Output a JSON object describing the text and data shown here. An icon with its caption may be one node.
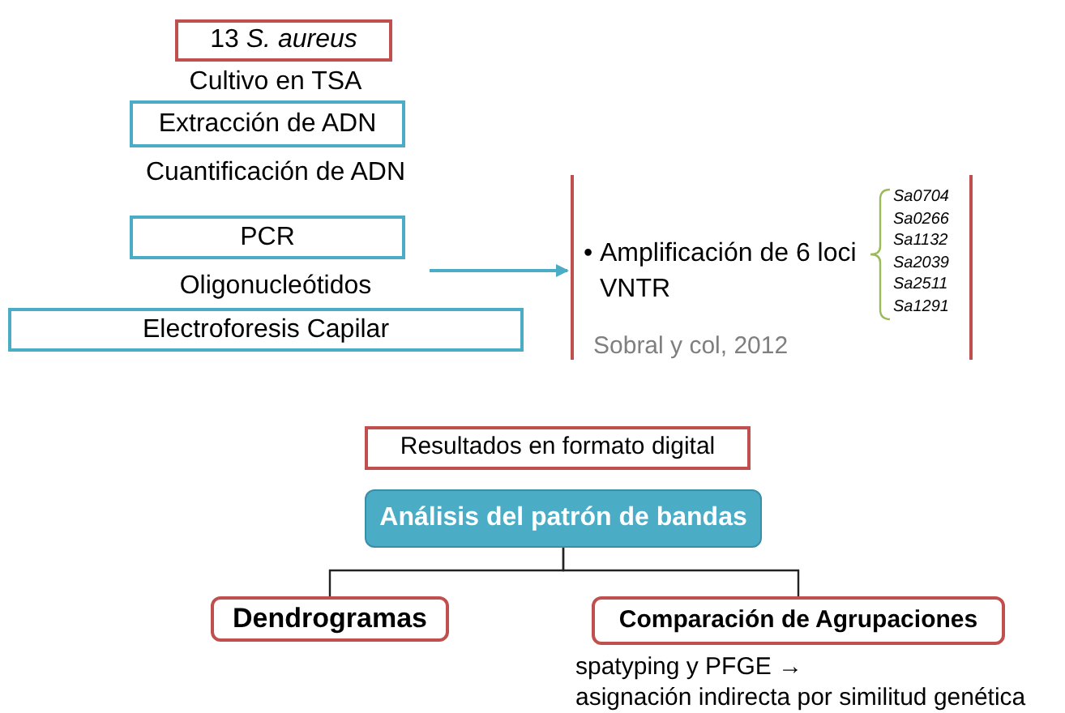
{
  "diagram": {
    "nodes": [
      {
        "text": [
          "13 *S. aureus*"
        ]
      },
      {
        "text": [
          "Extracción de ADN"
        ]
      },
      {
        "text": [
          "PCR"
        ]
      },
      {
        "text": [
          "Electroforesis Capilar"
        ]
      },
      {
        "text": [
          "•",
          "Amplificación de 6 loci VNTR",
          "Sobral y col, 2012"
        ]
      },
      {
        "text": [
          "Resultados en formato digital"
        ]
      },
      {
        "text": [
          "Análisis del patrón de bandas"
        ]
      },
      {
        "text": [
          "Dendrogramas"
        ]
      },
      {
        "text": [
          "Comparación de Agrupaciones"
        ],
        "beside": [
          "spatyping y PFGE →",
          "asignación indirecta por similitud genética"
        ]
      }
    ],
    "edges": [
      {
        "from": null,
        "to": 4,
        "arrow": "to",
        "color": "#4bacc6"
      },
      {
        "from": 6,
        "to": 7,
        "arrow": "none"
      },
      {
        "from": 6,
        "to": 8,
        "arrow": "none"
      }
    ],
    "labels": [
      "Cultivo en TSA",
      "Cuantificación de ADN",
      "Oligonucleótidos",
      "Sa0704",
      "Sa0266",
      "Sa1132",
      "Sa2039",
      "Sa2511",
      "Sa1291"
    ]
  }
}
